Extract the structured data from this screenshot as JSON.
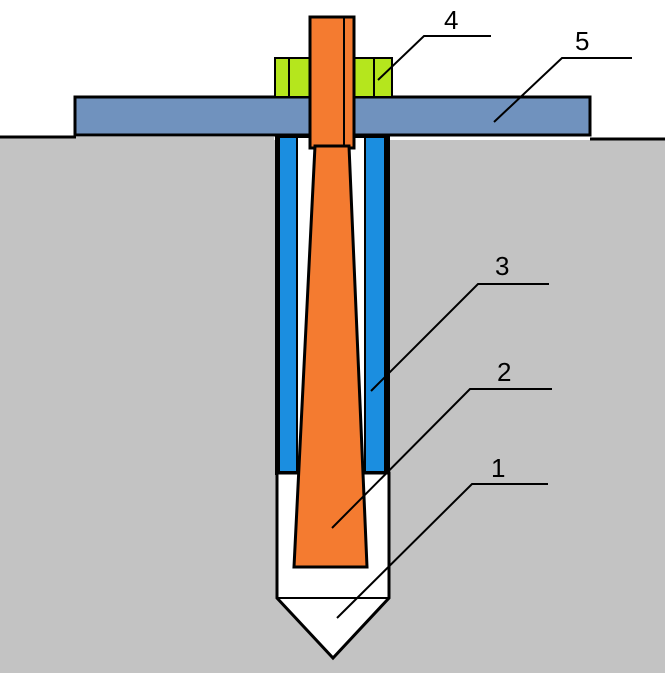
{
  "diagram": {
    "colors": {
      "ground": "#c3c3c3",
      "sky": "#ffffff",
      "outline": "#000000",
      "sleeve": "#1b8ee0",
      "rod": "#f47b30",
      "nut": "#b5e61d",
      "washer": "#7092be",
      "tip": "#ffffff"
    },
    "parts": [
      {
        "number": "1",
        "component": "tip"
      },
      {
        "number": "2",
        "component": "rod"
      },
      {
        "number": "3",
        "component": "sleeve"
      },
      {
        "number": "4",
        "component": "nut"
      },
      {
        "number": "5",
        "component": "washer"
      }
    ]
  }
}
